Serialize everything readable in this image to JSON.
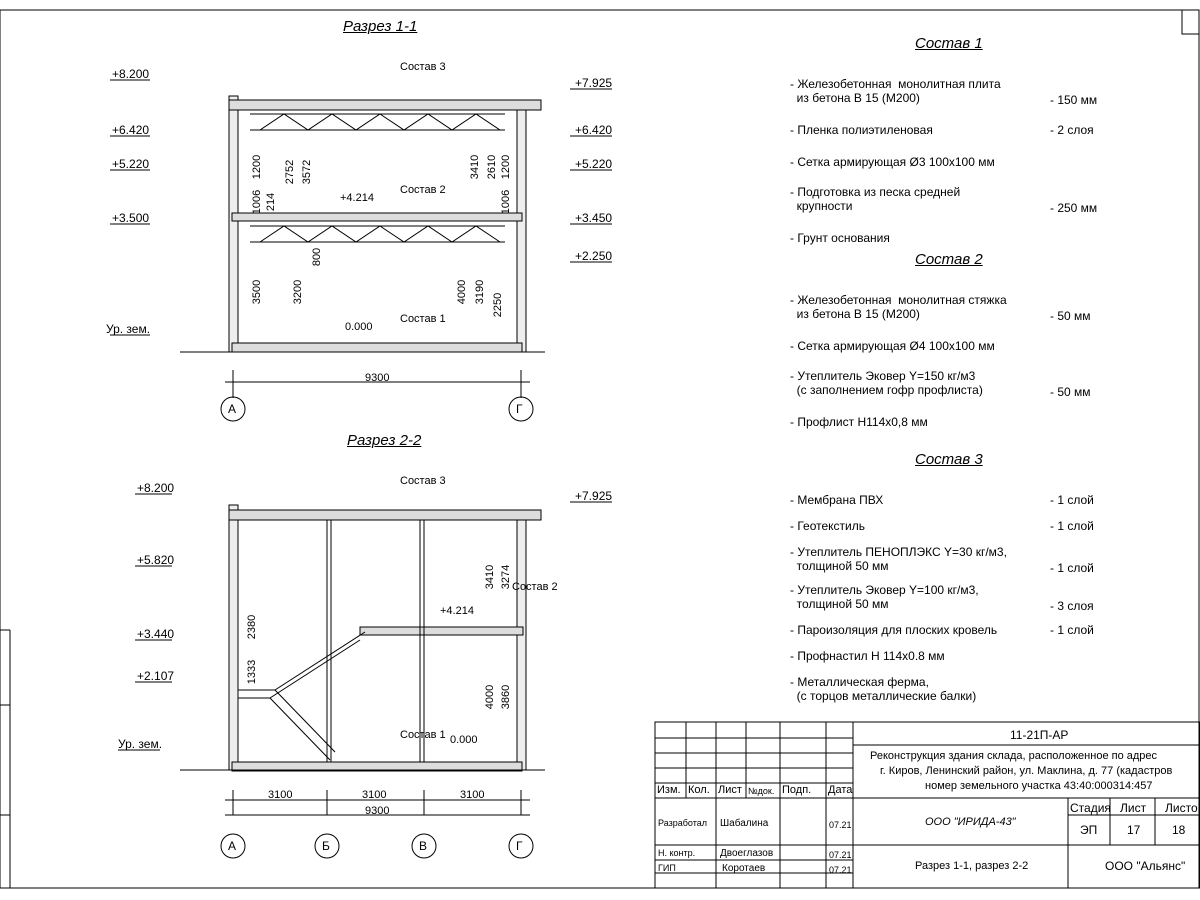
{
  "section1": {
    "title": "Разрез 1-1",
    "levels_left": [
      "+8.200",
      "+6.420",
      "+5.220",
      "+3.500"
    ],
    "levels_right": [
      "+7.925",
      "+6.420",
      "+5.220",
      "+3.450",
      "+2.250"
    ],
    "ground": "Ур. зем.",
    "dims_vertical": [
      "1200",
      "1006",
      "214",
      "2752",
      "3572",
      "3500",
      "3200",
      "800",
      "3410",
      "2610",
      "1006",
      "1200",
      "4000",
      "3190",
      "2250"
    ],
    "marks": {
      "mid": "+4.214",
      "zero": "0.000"
    },
    "tags": [
      "Состав 3",
      "Состав 2",
      "Состав 1"
    ],
    "span": "9300",
    "axes": [
      "А",
      "Г"
    ]
  },
  "section2": {
    "title": "Разрез 2-2",
    "levels_left": [
      "+8.200",
      "+5.820",
      "+3.440",
      "+2.107"
    ],
    "levels_right": [
      "+7.925"
    ],
    "ground": "Ур. зем.",
    "dims_vertical": [
      "2380",
      "1333",
      "3410",
      "3274",
      "4000",
      "3860"
    ],
    "marks": {
      "mid": "+4.214",
      "zero": "0.000"
    },
    "tags": [
      "Состав 3",
      "Состав 2",
      "Состав 1"
    ],
    "spans": [
      "3100",
      "3100",
      "3100"
    ],
    "total": "9300",
    "axes": [
      "А",
      "Б",
      "В",
      "Г"
    ]
  },
  "composition": [
    {
      "title": "Состав 1",
      "items": [
        {
          "text": "- Железобетонная  монолитная плита\n  из бетона В 15 (М200)",
          "value": "- 150 мм"
        },
        {
          "text": "- Пленка полиэтиленовая",
          "value": "- 2 слоя"
        },
        {
          "text": "- Сетка армирующая Ø3 100х100 мм",
          "value": ""
        },
        {
          "text": "- Подготовка из песка средней\n  крупности",
          "value": "- 250 мм"
        },
        {
          "text": "- Грунт основания",
          "value": ""
        }
      ]
    },
    {
      "title": "Состав 2",
      "items": [
        {
          "text": "- Железобетонная  монолитная стяжка\n  из бетона В 15 (М200)",
          "value": "- 50 мм"
        },
        {
          "text": "- Сетка армирующая Ø4 100х100 мм",
          "value": ""
        },
        {
          "text": "- Утеплитель Эковер Y=150 кг/м3\n  (с заполнением гофр профлиста)",
          "value": "- 50 мм"
        },
        {
          "text": "- Профлист Н114х0,8 мм",
          "value": ""
        }
      ]
    },
    {
      "title": "Состав 3",
      "items": [
        {
          "text": "- Мембрана ПВХ",
          "value": "- 1 слой"
        },
        {
          "text": "- Геотекстиль",
          "value": "- 1 слой"
        },
        {
          "text": "- Утеплитель ПЕНОПЛЭКС Y=30 кг/м3,\n  толщиной 50 мм",
          "value": "- 1 слой"
        },
        {
          "text": "- Утеплитель Эковер Y=100 кг/м3,\n  толщиной 50 мм",
          "value": "- 3 слоя"
        },
        {
          "text": "- Пароизоляция для плоских кровель",
          "value": "- 1 слой"
        },
        {
          "text": "- Профнастил Н 114х0.8 мм",
          "value": ""
        },
        {
          "text": "- Металлическая ферма,\n  (с торцов металлические балки)",
          "value": ""
        }
      ]
    }
  ],
  "stamp": {
    "code": "11-21П-АР",
    "desc": [
      "Реконструкция здания склада, расположенное по адрес",
      "г. Киров, Ленинский район, ул. Маклина, д. 77 (кадастров",
      "номер земельного участка 43:40:000314:457"
    ],
    "hdr": [
      "Изм.",
      "Кол.",
      "Лист",
      "№док.",
      "Подп.",
      "Дата"
    ],
    "roles": [
      {
        "role": "Разработал",
        "name": "Шабалина",
        "date": "07.21"
      },
      {
        "role": "Н. контр.",
        "name": "Двоеглазов",
        "date": "07.21"
      },
      {
        "role": "ГИП",
        "name": "Коротаев",
        "date": "07.21"
      }
    ],
    "org": "ООО \"ИРИДА-43\"",
    "sheet_title": "Разрез 1-1, разрез 2-2",
    "company": "ООО \"Альянс\"",
    "stage_hdr": [
      "Стадия",
      "Лист",
      "Листо"
    ],
    "stage_val": [
      "ЭП",
      "17",
      "18"
    ]
  }
}
